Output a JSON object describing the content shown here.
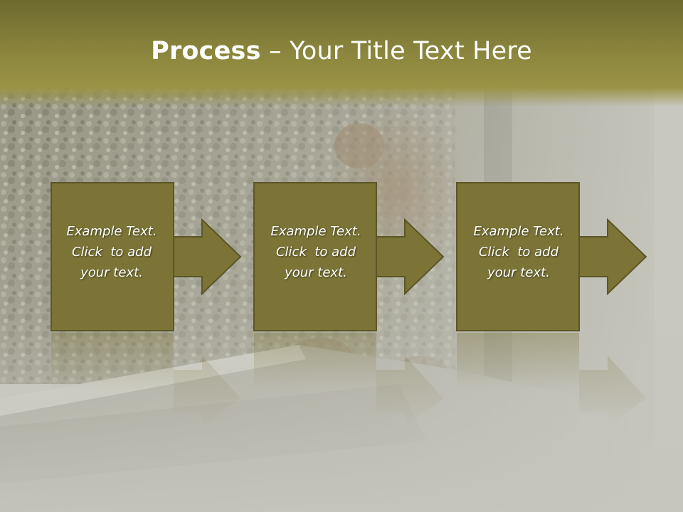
{
  "slide": {
    "title_bold": "Process",
    "title_dash": "–",
    "title_rest": "Your Title Text Here"
  },
  "steps": [
    {
      "line1": "Example Text.",
      "line2": "Click  to add",
      "line3": "your text."
    },
    {
      "line1": "Example Text.",
      "line2": "Click  to add",
      "line3": "your text."
    },
    {
      "line1": "Example Text.",
      "line2": "Click  to add",
      "line3": "your text."
    }
  ],
  "colors": {
    "box_fill": "#7b7436",
    "box_border": "#5b5626",
    "title_band": "#8e883f",
    "text": "#ffffff"
  }
}
